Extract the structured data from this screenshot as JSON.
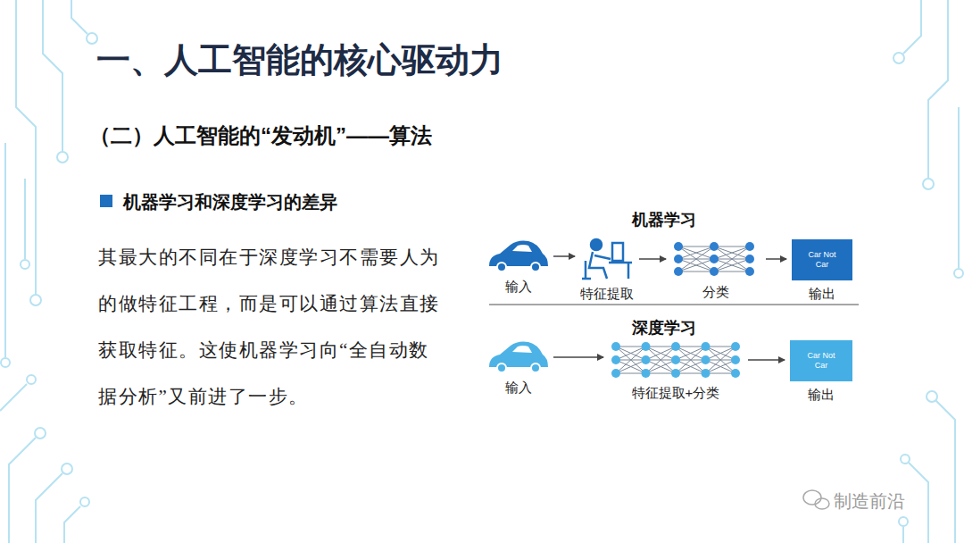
{
  "diagram": {
    "title": "一、人工智能的核心驱动力",
    "nodes": [
      {
        "text": [
          "输入"
        ]
      },
      {
        "text": [
          "特征提取"
        ]
      },
      {
        "text": [
          "分类"
        ]
      },
      {
        "text": [
          "Car Not Car",
          "输出"
        ]
      },
      {
        "text": [
          "输入"
        ]
      },
      {
        "text": [
          "特征提取+分类"
        ]
      },
      {
        "text": [
          "Car Not Car",
          "输出"
        ]
      }
    ],
    "edges": [
      {
        "from": 0,
        "to": 1,
        "arrow": "to"
      },
      {
        "from": 1,
        "to": 2,
        "arrow": "to"
      },
      {
        "from": 2,
        "to": 3,
        "arrow": "to"
      },
      {
        "from": 4,
        "to": 5,
        "arrow": "to"
      },
      {
        "from": 5,
        "to": 6,
        "arrow": "to"
      }
    ],
    "labels": [
      "（二）人工智能的“发动机”——算法",
      "机器学习和深度学习的差异",
      "其最大的不同在于深度学习不需要人为的做特征工程，而是可以通过算法直接获取特征。这使机器学习向“全自动数据分析”又前进了一步。",
      "机器学习",
      "深度学习",
      "制造前沿"
    ]
  }
}
